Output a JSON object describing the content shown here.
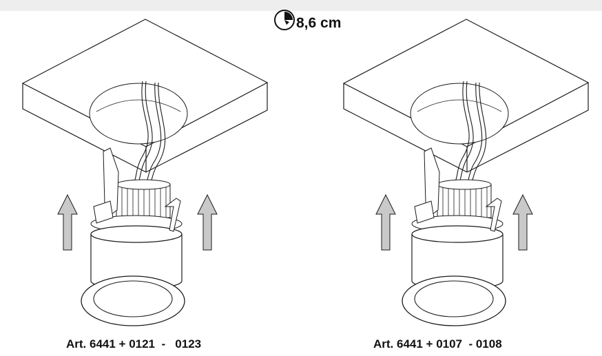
{
  "header": {
    "depth_label": "8,6 cm",
    "depth_icon": "clock-quarter-icon"
  },
  "panels": [
    {
      "id": "left",
      "caption": "Art. 6441 + 0121  -   0123",
      "wires_visible": true
    },
    {
      "id": "right",
      "caption": "Art. 6441 + 0107  - 0108",
      "wires_visible": true
    }
  ],
  "colors": {
    "line": "#1a1a1a",
    "arrow_fill": "#c9c9c9",
    "background": "#ffffff",
    "topbar": "#eeeeee"
  },
  "arrows": {
    "direction": "up",
    "count_per_panel": 2
  }
}
